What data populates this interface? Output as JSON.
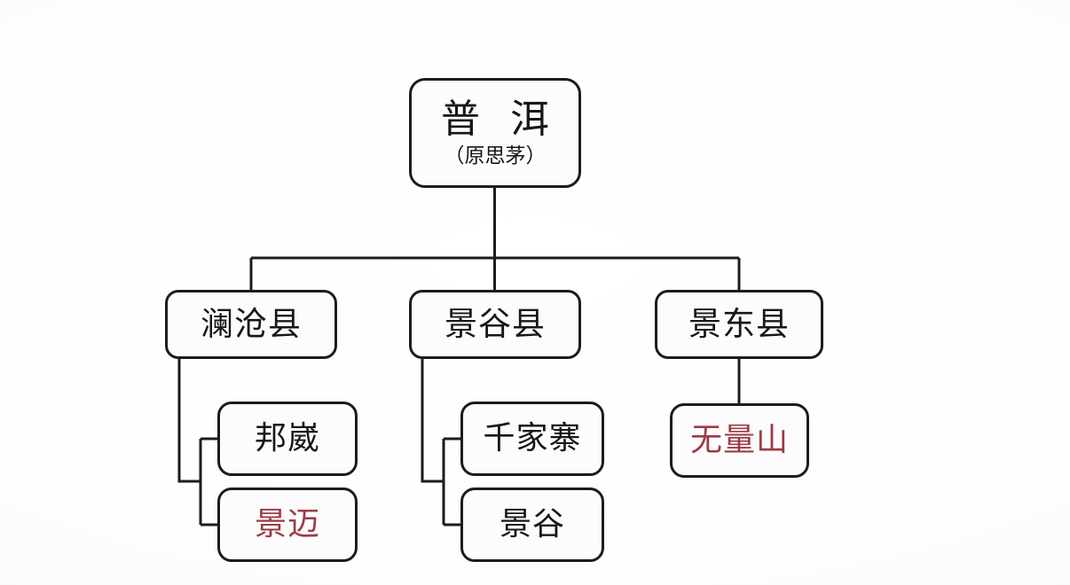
{
  "diagram": {
    "type": "organizational-tree",
    "orientation": "top-down",
    "background_color": "#fdfdfd",
    "node_border_color": "#1c1c1c",
    "node_fill_color": "#fcfcfc",
    "connector_color": "#1c1c1c",
    "highlight_color": "#9c3b46",
    "default_text_color": "#171717"
  },
  "root": {
    "label": "普 洱",
    "sub_label": "（原思茅）",
    "highlighted": false
  },
  "counties": [
    {
      "id": "lancang",
      "label": "澜沧县",
      "highlighted": false,
      "children": [
        {
          "id": "bangwai",
          "label": "邦崴",
          "highlighted": false
        },
        {
          "id": "jingmai",
          "label": "景迈",
          "highlighted": true
        }
      ]
    },
    {
      "id": "jinggu-county",
      "label": "景谷县",
      "highlighted": false,
      "children": [
        {
          "id": "qianjiazhai",
          "label": "千家寨",
          "highlighted": false
        },
        {
          "id": "jinggu",
          "label": "景谷",
          "highlighted": false
        }
      ]
    },
    {
      "id": "jingdong",
      "label": "景东县",
      "highlighted": false,
      "children": [
        {
          "id": "wuliangshan",
          "label": "无量山",
          "highlighted": true
        }
      ]
    }
  ]
}
